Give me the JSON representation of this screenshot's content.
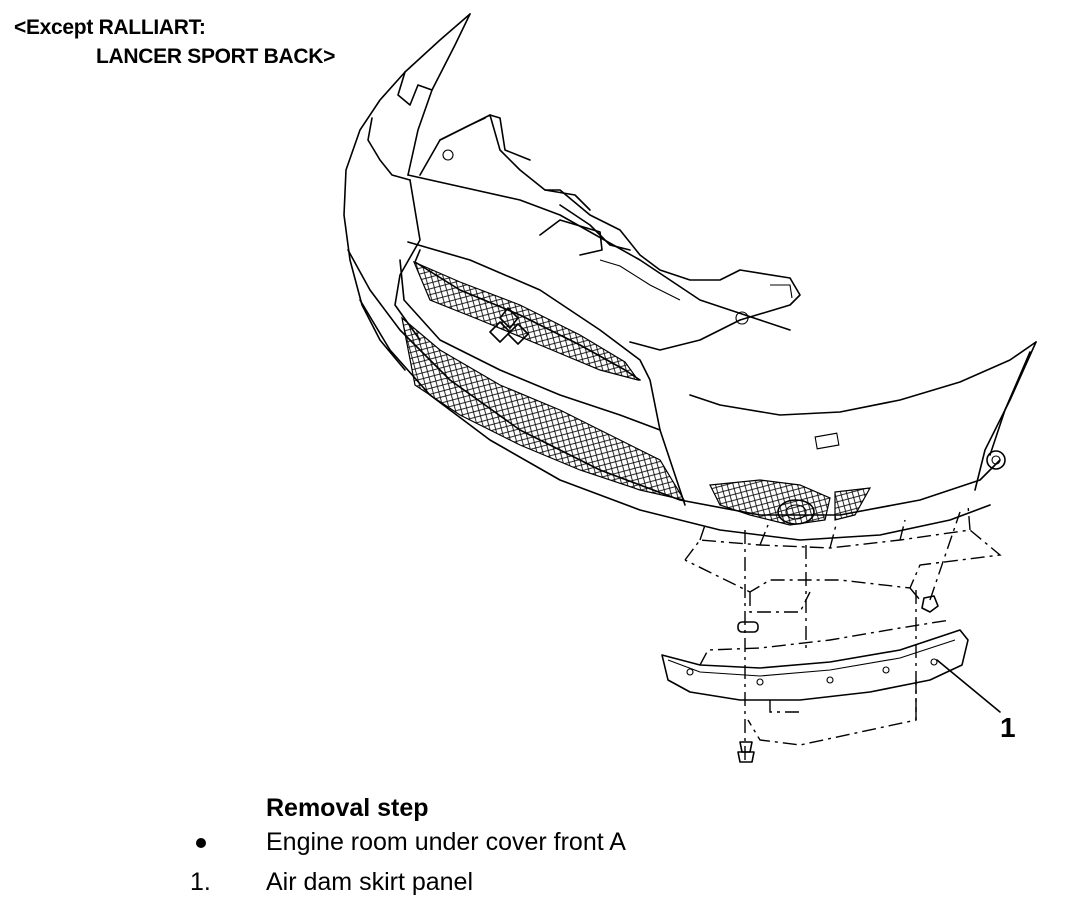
{
  "header": {
    "line1": "<Except RALLIART:",
    "line2": "LANCER SPORT BACK>"
  },
  "callout": {
    "number": "1"
  },
  "removal": {
    "heading": "Removal step",
    "steps": [
      {
        "marker": "bullet",
        "text": "Engine room under cover front A"
      },
      {
        "marker": "1.",
        "text": "Air dam skirt panel"
      }
    ]
  }
}
